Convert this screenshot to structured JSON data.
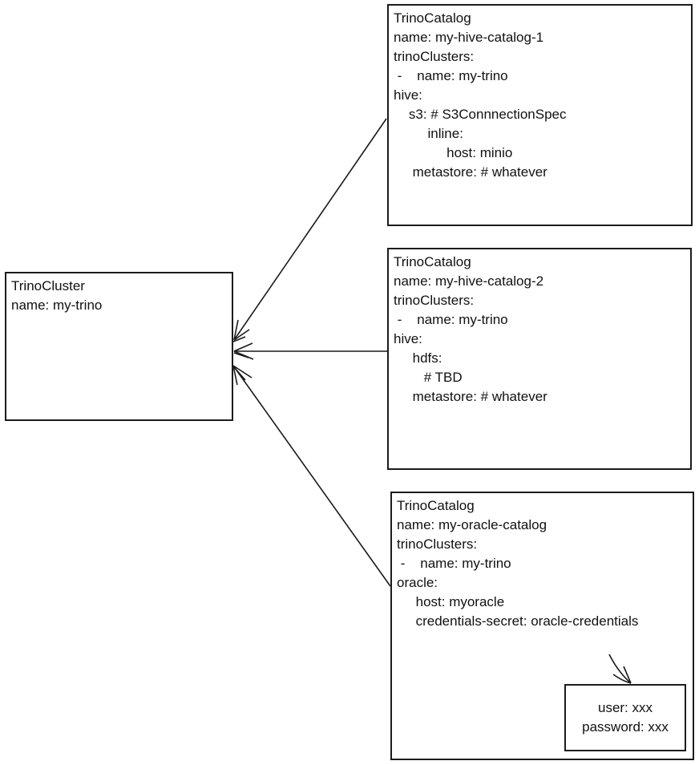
{
  "cluster": {
    "lines": [
      "TrinoCluster",
      "name: my-trino"
    ]
  },
  "catalog1": {
    "lines": [
      "TrinoCatalog",
      "name: my-hive-catalog-1",
      "trinoClusters:",
      " -    name: my-trino",
      "hive:",
      "    s3: # S3ConnnectionSpec",
      "         inline:",
      "              host: minio",
      "     metastore: # whatever"
    ]
  },
  "catalog2": {
    "lines": [
      "TrinoCatalog",
      "name: my-hive-catalog-2",
      "trinoClusters:",
      " -    name: my-trino",
      "hive:",
      "     hdfs:",
      "        # TBD",
      "     metastore: # whatever"
    ]
  },
  "catalog3": {
    "lines": [
      "TrinoCatalog",
      "name: my-oracle-catalog",
      "trinoClusters:",
      " -    name: my-trino",
      "oracle:",
      "     host: myoracle",
      "     credentials-secret: oracle-credentials"
    ]
  },
  "secret": {
    "lines": [
      "user: xxx",
      "password: xxx"
    ]
  },
  "connectors": [
    {
      "from": "TrinoCatalog my-hive-catalog-1",
      "to": "TrinoCluster my-trino"
    },
    {
      "from": "TrinoCatalog my-hive-catalog-2",
      "to": "TrinoCluster my-trino"
    },
    {
      "from": "TrinoCatalog my-oracle-catalog",
      "to": "TrinoCluster my-trino"
    },
    {
      "from": "credentials-secret: oracle-credentials",
      "to": "user/password secret box"
    }
  ],
  "colors": {
    "stroke": "#1a1a1a",
    "text": "#111111",
    "background": "#ffffff"
  }
}
